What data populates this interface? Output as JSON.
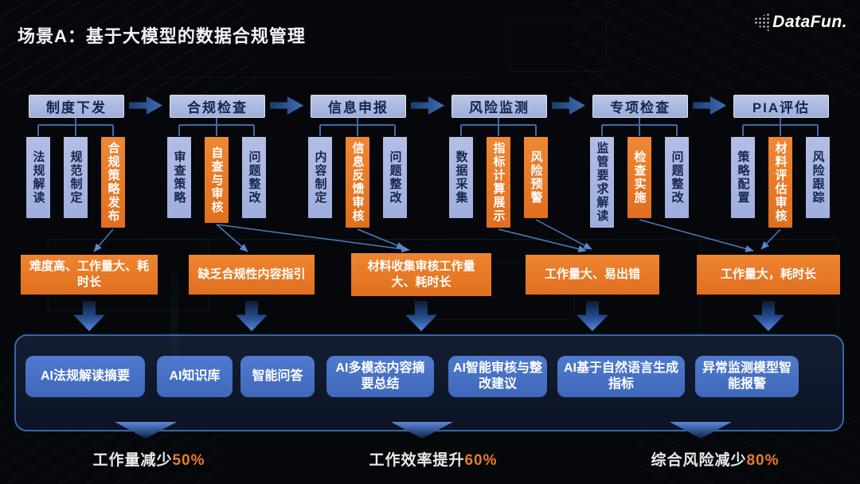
{
  "page": {
    "title": "场景A：基于大模型的数据合规管理",
    "logo_text": "DataFun."
  },
  "colors": {
    "accent_orange": "#E8762C",
    "stage_blue": "#A9B5DE",
    "ai_blue": "#4672C6",
    "panel_border_blue": "#3567AC",
    "dark_text": "#17264D",
    "connector_blue": "#4A7BC0"
  },
  "stages": [
    {
      "label": "制度下发",
      "steps": [
        {
          "label": "法规解读",
          "highlight": false
        },
        {
          "label": "规范制定",
          "highlight": false
        },
        {
          "label": "合规策略发布",
          "highlight": true
        }
      ]
    },
    {
      "label": "合规检查",
      "steps": [
        {
          "label": "审查策略",
          "highlight": false
        },
        {
          "label": "自查与审核",
          "highlight": true
        },
        {
          "label": "问题整改",
          "highlight": false
        }
      ]
    },
    {
      "label": "信息申报",
      "steps": [
        {
          "label": "内容制定",
          "highlight": false
        },
        {
          "label": "信息反馈审核",
          "highlight": true
        },
        {
          "label": "问题整改",
          "highlight": false
        }
      ]
    },
    {
      "label": "风险监测",
      "steps": [
        {
          "label": "数据采集",
          "highlight": false
        },
        {
          "label": "指标计算展示",
          "highlight": true
        },
        {
          "label": "风险预警",
          "highlight": true
        }
      ]
    },
    {
      "label": "专项检查",
      "steps": [
        {
          "label": "监管要求解读",
          "highlight": false
        },
        {
          "label": "检查实施",
          "highlight": true
        },
        {
          "label": "问题整改",
          "highlight": false
        }
      ]
    },
    {
      "label": "PIA评估",
      "steps": [
        {
          "label": "策略配置",
          "highlight": false
        },
        {
          "label": "材料评估审核",
          "highlight": true
        },
        {
          "label": "风险跟踪",
          "highlight": false
        }
      ]
    }
  ],
  "pain_points": [
    "难度高、工作量大、耗时长",
    "缺乏合规性内容指引",
    "材料收集审核工作量大、耗时长",
    "工作量大、易出错",
    "工作量大，耗时长"
  ],
  "ai_solutions": [
    "AI法规解读摘要",
    "AI知识库",
    "智能问答",
    "AI多模态内容摘要总结",
    "AI智能审核与整改建议",
    "AI基于自然语言生成指标",
    "异常监测模型智能报警"
  ],
  "stats": [
    {
      "prefix": "工作量减少",
      "value": "50%"
    },
    {
      "prefix": "工作效率提升",
      "value": "60%"
    },
    {
      "prefix": "综合风险减少",
      "value": "80%"
    }
  ]
}
